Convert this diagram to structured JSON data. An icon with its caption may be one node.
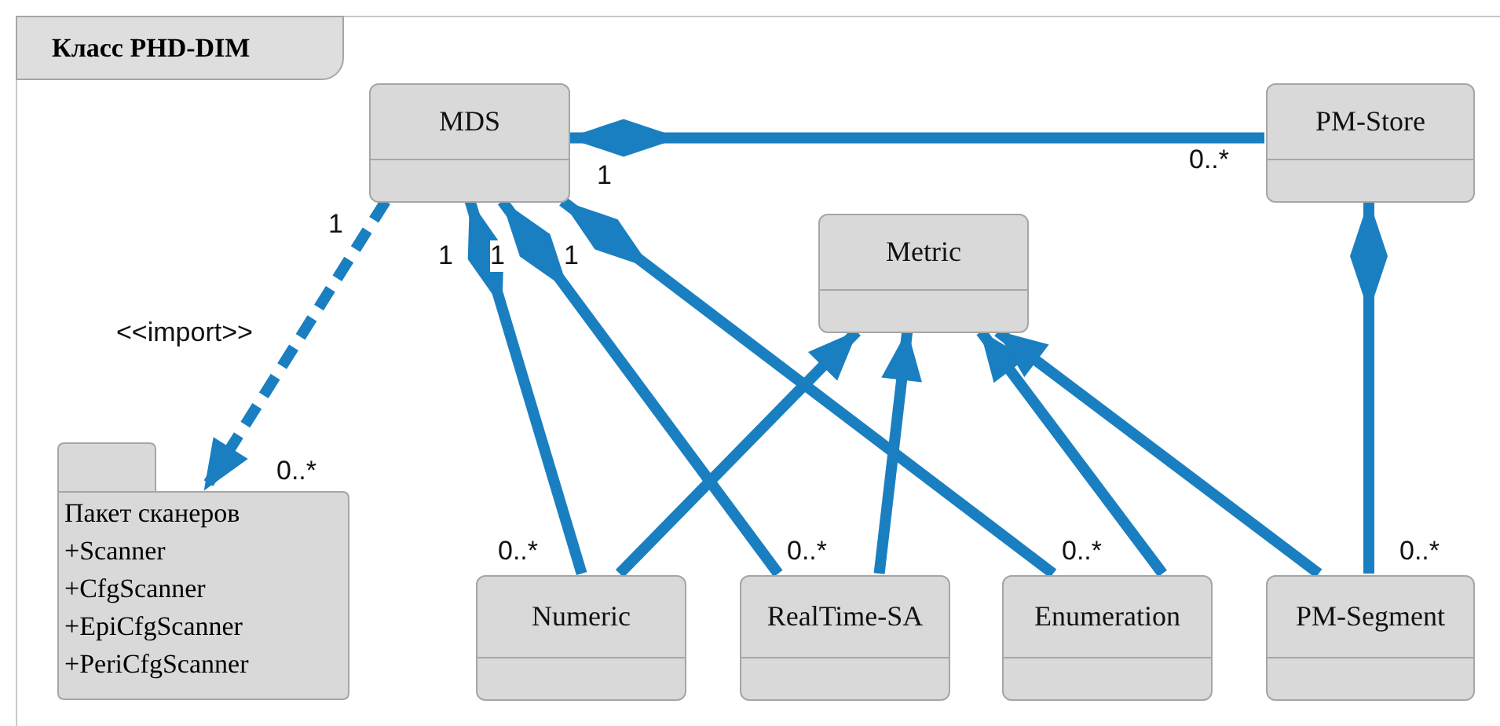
{
  "diagram": {
    "nodes": [
      {
        "text": [
          "Класс PHD-DIM"
        ]
      },
      {
        "text": [
          "MDS"
        ],
        "in": 0
      },
      {
        "text": [
          "PM-Store"
        ],
        "in": 0
      },
      {
        "text": [
          "Metric"
        ],
        "in": 0
      },
      {
        "text": [
          "Пакет сканеров",
          "+Scanner",
          "+CfgScanner",
          "+EpiCfgScanner",
          "+PeriCfgScanner"
        ],
        "in": 0
      },
      {
        "text": [
          "Numeric"
        ],
        "in": 0
      },
      {
        "text": [
          "RealTime-SA"
        ],
        "in": 0
      },
      {
        "text": [
          "Enumeration"
        ],
        "in": 0
      },
      {
        "text": [
          "PM-Segment"
        ],
        "in": 0
      }
    ],
    "edges": [
      {
        "from": 2,
        "to": 1,
        "arrow": "other"
      },
      {
        "from": 1,
        "to": 4,
        "arrow": "to",
        "style": "dashed",
        "label": "<<import>>"
      },
      {
        "from": 5,
        "to": 1,
        "arrow": "other"
      },
      {
        "from": 6,
        "to": 1,
        "arrow": "other"
      },
      {
        "from": 7,
        "to": 1,
        "arrow": "other"
      },
      {
        "from": 5,
        "to": 3,
        "arrow": "to"
      },
      {
        "from": 6,
        "to": 3,
        "arrow": "to"
      },
      {
        "from": 7,
        "to": 3,
        "arrow": "to"
      },
      {
        "from": 8,
        "to": 3,
        "arrow": "to"
      },
      {
        "from": 8,
        "to": 2,
        "arrow": "other"
      }
    ],
    "labels": [
      "1",
      "0..*",
      "1",
      "1",
      "1",
      "1",
      "0..*",
      "0..*",
      "0..*",
      "0..*",
      "0..*"
    ]
  }
}
